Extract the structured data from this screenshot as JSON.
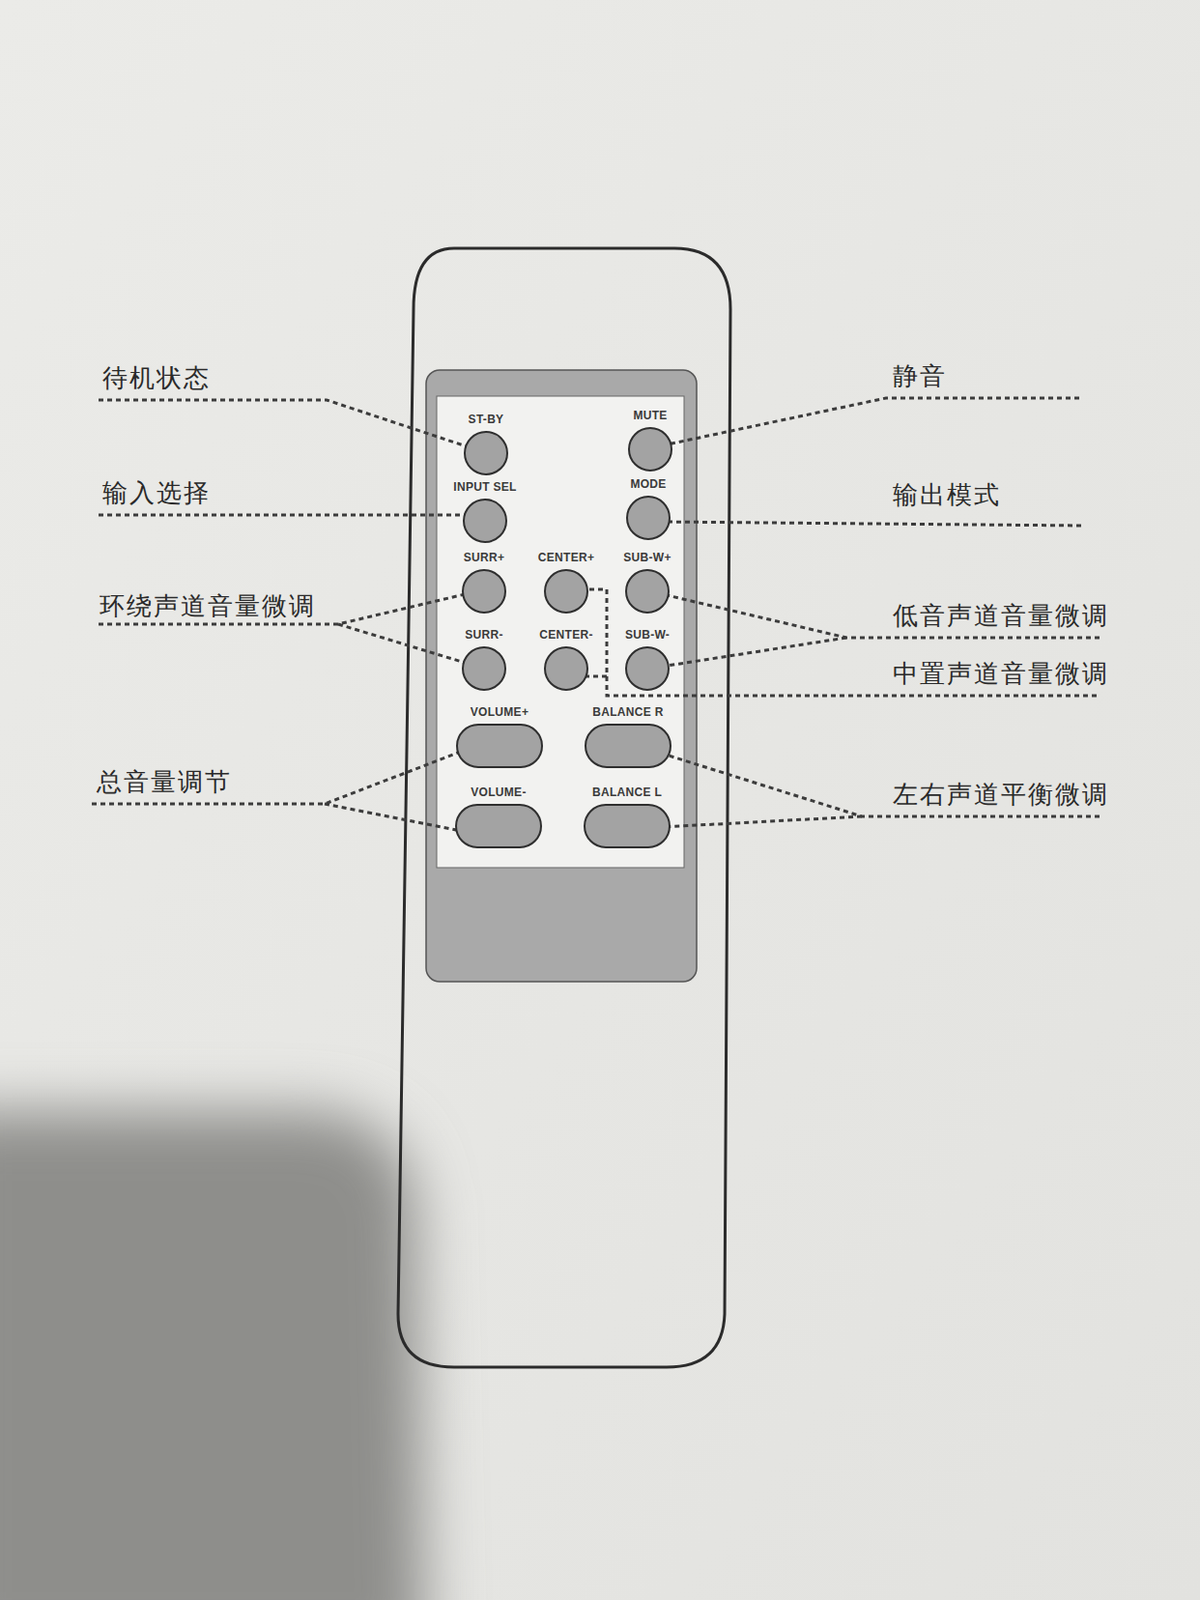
{
  "diagram": {
    "nodes": [
      {
        "text": [
          "ST-BY"
        ]
      },
      {
        "text": [
          "MUTE"
        ]
      },
      {
        "text": [
          "INPUT SEL"
        ]
      },
      {
        "text": [
          "MODE"
        ]
      },
      {
        "text": [
          "SURR+"
        ]
      },
      {
        "text": [
          "CENTER+"
        ]
      },
      {
        "text": [
          "SUB-W+"
        ]
      },
      {
        "text": [
          "SURR-"
        ]
      },
      {
        "text": [
          "CENTER-"
        ]
      },
      {
        "text": [
          "SUB-W-"
        ]
      },
      {
        "text": [
          "VOLUME+"
        ]
      },
      {
        "text": [
          "BALANCE R"
        ]
      },
      {
        "text": [
          "VOLUME-"
        ]
      },
      {
        "text": [
          "BALANCE L"
        ]
      }
    ],
    "labels": [
      "待机状态",
      "静音",
      "输入选择",
      "输出模式",
      "环绕声道音量微调",
      "低音声道音量微调",
      "中置声道音量微调",
      "总音量调节",
      "左右声道平衡微调"
    ]
  }
}
